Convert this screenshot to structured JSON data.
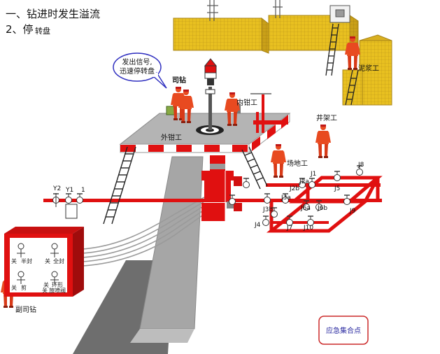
{
  "header": {
    "line1": "一、钻进时发生溢流",
    "line2_main": "2、停",
    "line2_sub": "转盘"
  },
  "speech_bubble": {
    "line1": "发出信号,",
    "line2": "迅速停转盘"
  },
  "roles": {
    "driller": "司钻",
    "inner_tong": "内钳工",
    "outer_tong": "外钳工",
    "derrickman": "井架工",
    "mud_man": "泥浆工",
    "floor_man": "场地工",
    "assistant_driller": "副司钻"
  },
  "assembly_point": "应急集合点",
  "valve_labels": [
    "J1",
    "J2a",
    "J2b",
    "J3a",
    "J3b",
    "J4",
    "J5",
    "J6a",
    "J6b",
    "J7",
    "J8",
    "J9",
    "J10",
    "Y2",
    "Y1",
    "1"
  ],
  "console_labels": [
    "关",
    "半封",
    "关",
    "全封",
    "关",
    "剪",
    "关",
    "环形",
    "关",
    "放喷阀"
  ],
  "colors": {
    "red": "#e01010",
    "yellow": "#e8c020",
    "gray": "#a6a6a6",
    "dark_gray": "#7a7a7a"
  }
}
